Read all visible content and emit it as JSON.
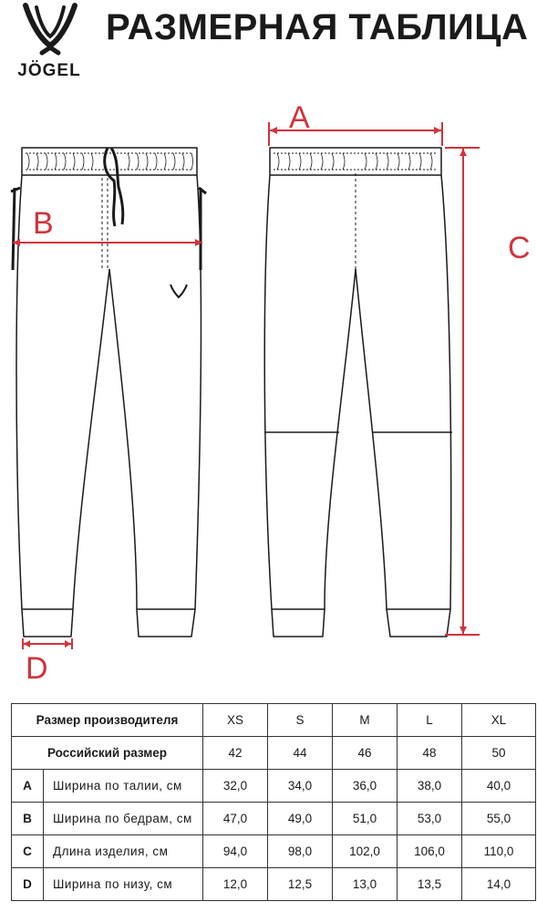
{
  "brand": {
    "name": "JÖGEL"
  },
  "title": "РАЗМЕРНАЯ ТАБЛИЦА",
  "dimension_labels": {
    "a": "A",
    "b": "B",
    "c": "C",
    "d": "D"
  },
  "table": {
    "manufacturer_label": "Размер производителя",
    "russian_label": "Российский размер",
    "sizes": [
      "XS",
      "S",
      "M",
      "L",
      "XL"
    ],
    "russian_sizes": [
      "42",
      "44",
      "46",
      "48",
      "50"
    ],
    "rows": [
      {
        "letter": "A",
        "label": "Ширина по талии, см",
        "values": [
          "32,0",
          "34,0",
          "36,0",
          "38,0",
          "40,0"
        ]
      },
      {
        "letter": "B",
        "label": "Ширина по бедрам, см",
        "values": [
          "47,0",
          "49,0",
          "51,0",
          "53,0",
          "55,0"
        ]
      },
      {
        "letter": "C",
        "label": "Длина изделия, см",
        "values": [
          "94,0",
          "98,0",
          "102,0",
          "106,0",
          "110,0"
        ]
      },
      {
        "letter": "D",
        "label": "Ширина по низу, см",
        "values": [
          "12,0",
          "12,5",
          "13,0",
          "13,5",
          "14,0"
        ]
      }
    ]
  },
  "colors": {
    "dimension": "#d2333c",
    "outline": "#1a1a1a"
  }
}
